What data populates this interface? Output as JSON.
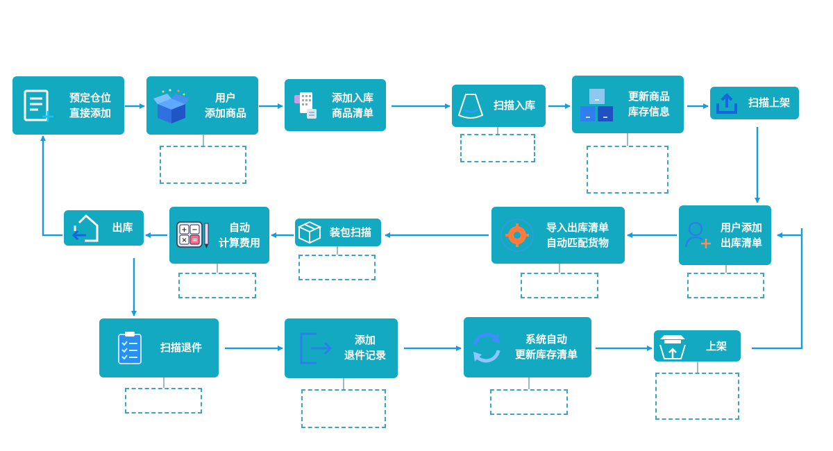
{
  "colors": {
    "node": "#12a9c1",
    "arrow": "#1a9ad8",
    "dash": "#3aa3c7"
  },
  "nodes": {
    "n1": {
      "line1": "预定仓位",
      "line2": "直接添加",
      "icon": "document-add-icon"
    },
    "n2": {
      "line1": "用户",
      "line2": "添加商品",
      "icon": "open-box-icon"
    },
    "n3": {
      "line1": "添加入库",
      "line2": "商品清单",
      "icon": "inventory-list-icon"
    },
    "n4": {
      "line1": "扫描入库",
      "icon": "scanner-icon"
    },
    "n5": {
      "line1": "更新商品",
      "line2": "库存信息",
      "icon": "stacked-boxes-icon"
    },
    "n6": {
      "line1": "扫描上架",
      "icon": "upload-icon"
    },
    "n7": {
      "line1": "用户添加",
      "line2": "出库清单",
      "icon": "user-add-icon"
    },
    "n8": {
      "line1": "导入出库清单",
      "line2": "自动匹配货物",
      "icon": "gear-icon"
    },
    "n9": {
      "line1": "装包扫描",
      "icon": "package-icon"
    },
    "n10": {
      "line1": "自动",
      "line2": "计算费用",
      "icon": "calculator-icon"
    },
    "n11": {
      "line1": "出库",
      "icon": "home-exit-icon"
    },
    "n12": {
      "line1": "扫描退件",
      "icon": "clipboard-check-icon"
    },
    "n13": {
      "line1": "添加",
      "line2": "退件记录",
      "icon": "exit-door-icon"
    },
    "n14": {
      "line1": "系统自动",
      "line2": "更新库存清单",
      "icon": "refresh-icon"
    },
    "n15": {
      "line1": "上架",
      "icon": "shelf-upload-icon"
    }
  }
}
